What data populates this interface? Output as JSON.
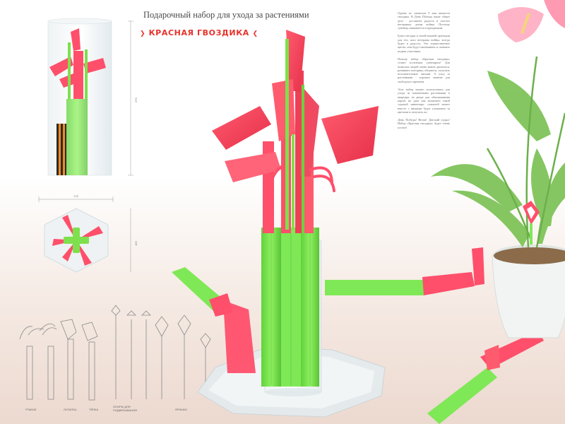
{
  "header": {
    "title": "Подарочный набор для ухода за растениями",
    "brand": "Красная гвоздика",
    "brand_deco": "❯"
  },
  "description": {
    "paragraphs": [
      "Одним из символов 9 мая является гвоздика. В День Победы наше общее дело - доставить радость и счастье ветеранам, детям войны. Поэтому сувенир связывается в праздником.",
      "Букет гвоздик в своей нижней проекции для тех, кого ветераны войны, всегда будет в радость. Это торжественное цветы, они будут напоминать и помнить подвиг участника.",
      "Почему набор «Красная гвоздика» станет полезным сувениром? Для пожилых людей очень важно двигаться, развивать моторику, общаться, получать положительные эмоции. А уход за растениями - хорошее занятие для свободного времени.",
      "Этот набор можно использовать для ухода за комнатными растениями в квартире, во дворе для обихаживания парой, на даче как возможно такой садовой инвентарь: пожилой может вместе с внуками будут ухаживать за цветами и получать их.",
      "День Победы! Весна! Датский отдых! Набор «Красная гвоздика» будет очень кстати!"
    ]
  },
  "dimensions": {
    "height": "370",
    "width": "175",
    "depth": "155"
  },
  "sketch_labels": {
    "rake": "грабли",
    "shovel": "лопатка",
    "hoe": "тяпка",
    "supports": "опоры для подвязывания",
    "labels": "ярлыки"
  },
  "colors": {
    "accent_red": "#e8322a",
    "petal_pink": "#f0506a",
    "stem_green": "#7be04a",
    "plastic_clear": "#dfe8ec"
  }
}
